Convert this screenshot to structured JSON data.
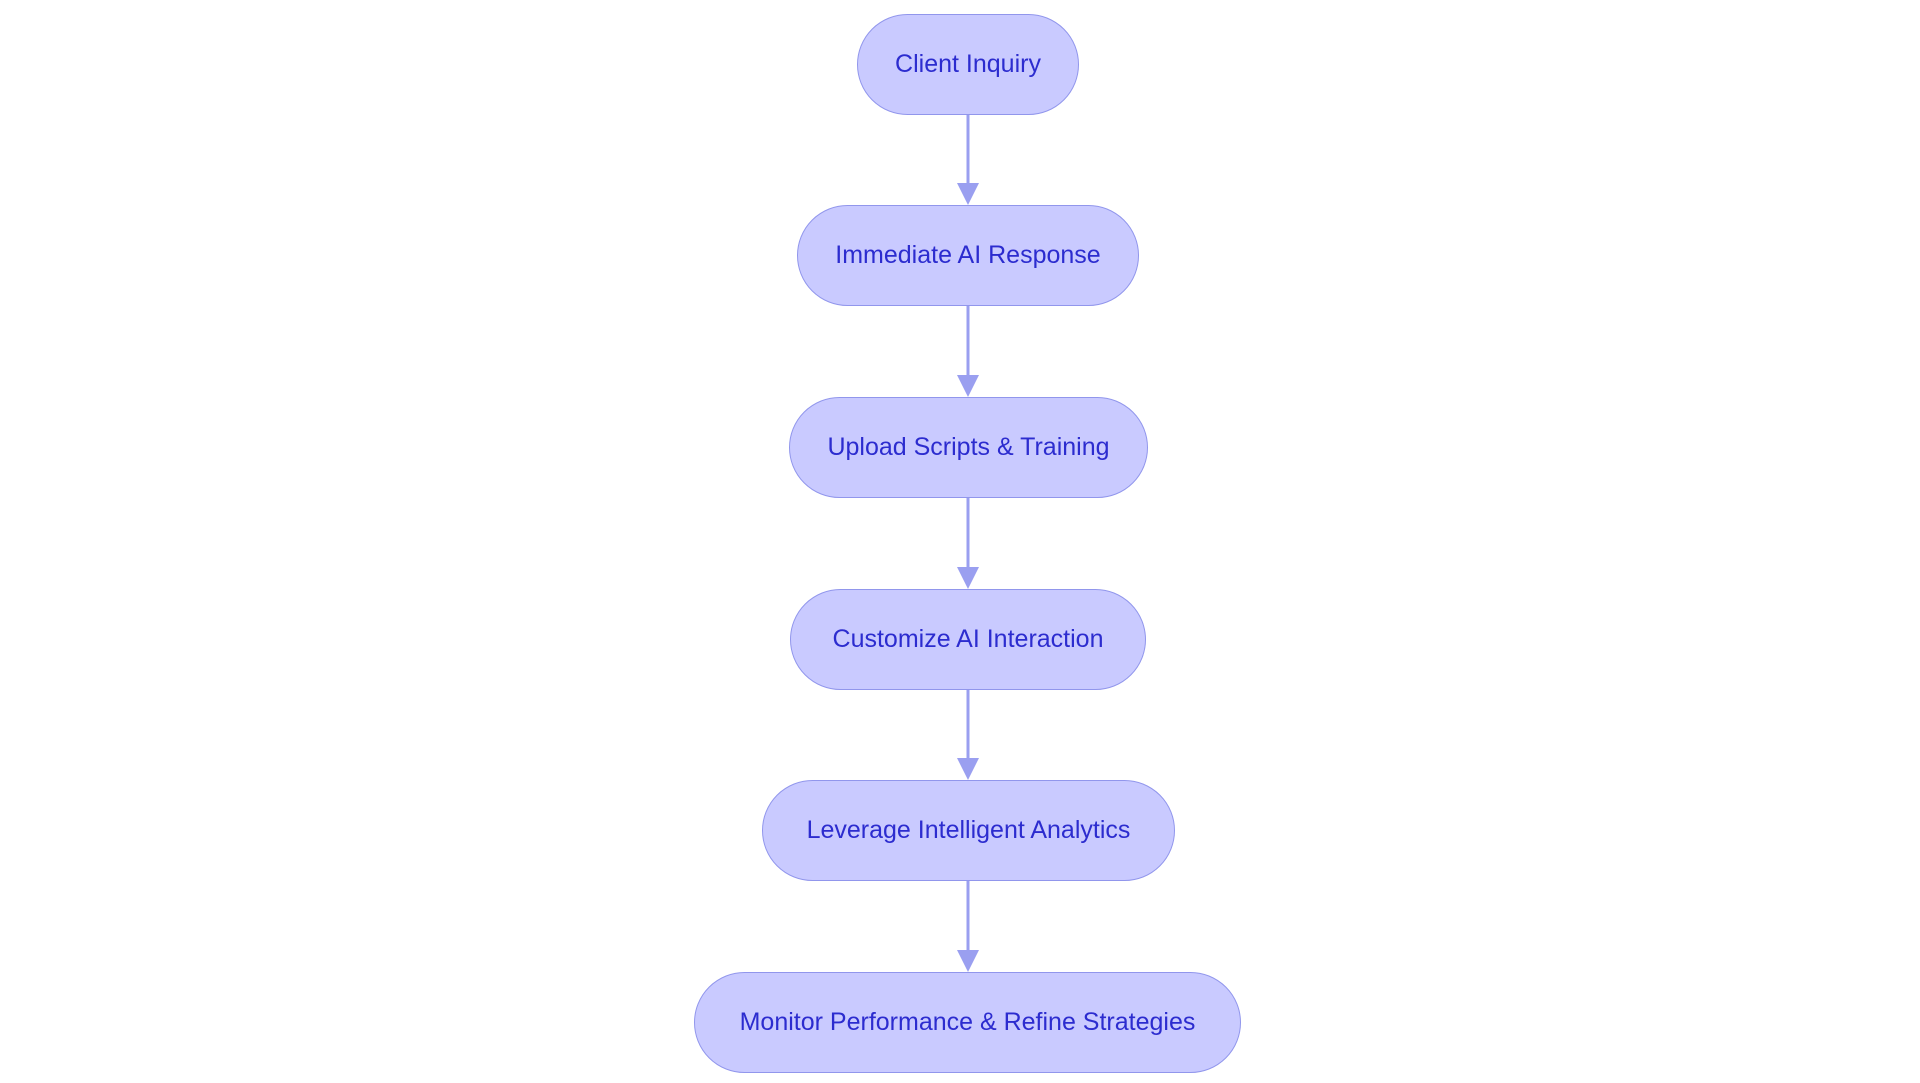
{
  "diagram": {
    "type": "flowchart",
    "direction": "top-to-bottom",
    "colors": {
      "node_fill": "#c9caff",
      "node_border": "#9196ec",
      "node_text": "#2c2ccf",
      "edge": "#9a9ff0",
      "background": "#ffffff"
    },
    "nodes": [
      {
        "id": "n1",
        "label": "Client Inquiry"
      },
      {
        "id": "n2",
        "label": "Immediate AI Response"
      },
      {
        "id": "n3",
        "label": "Upload Scripts & Training"
      },
      {
        "id": "n4",
        "label": "Customize AI Interaction"
      },
      {
        "id": "n5",
        "label": "Leverage Intelligent Analytics"
      },
      {
        "id": "n6",
        "label": "Monitor Performance & Refine Strategies"
      }
    ],
    "edges": [
      {
        "from": "n1",
        "to": "n2"
      },
      {
        "from": "n2",
        "to": "n3"
      },
      {
        "from": "n3",
        "to": "n4"
      },
      {
        "from": "n4",
        "to": "n5"
      },
      {
        "from": "n5",
        "to": "n6"
      }
    ]
  }
}
